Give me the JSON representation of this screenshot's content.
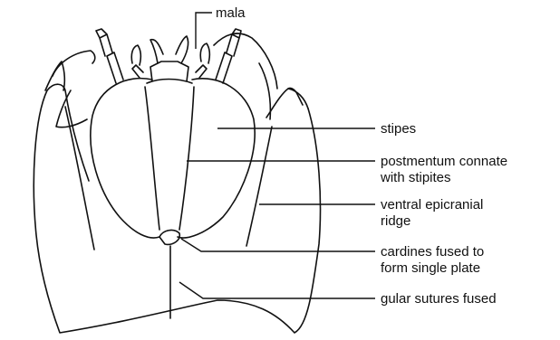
{
  "labels": {
    "mala": "mala",
    "stipes": "stipes",
    "postmentum_line1": "postmentum connate",
    "postmentum_line2": "with stipites",
    "ridge_line1": "ventral epicranial",
    "ridge_line2": "ridge",
    "cardines_line1": "cardines fused to",
    "cardines_line2": "form single plate",
    "gular": "gular sutures fused"
  }
}
